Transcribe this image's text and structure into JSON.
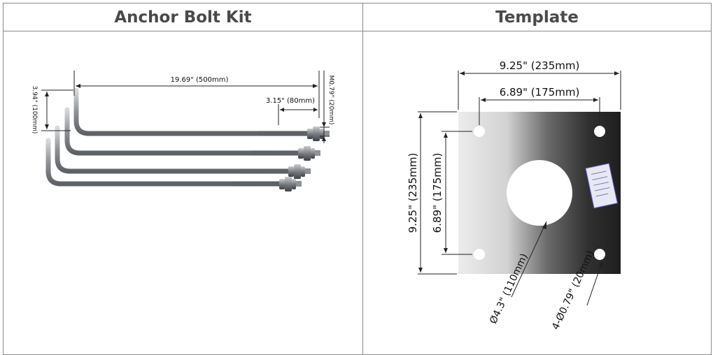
{
  "header": {
    "left_title": "Anchor Bolt Kit",
    "right_title": "Template"
  },
  "bolt_kit": {
    "length_label": "19.69\" (500mm)",
    "hook_label": "3.94\" (100mm)",
    "thread_label": "3.15\" (80mm)",
    "diameter_label": "M0.79\" (20mm)"
  },
  "template": {
    "outer_width_label": "9.25\" (235mm)",
    "hole_spacing_label": "6.89\" (175mm)",
    "outer_height_label": "9.25\" (235mm)",
    "hole_spacing_v_label": "6.89\" (175mm)",
    "center_hole_label": "Ø4.3\" (110mm)",
    "bolt_holes_label": "4-Ø0.79\" (20mm)"
  },
  "colors": {
    "border": "#8a8a8a",
    "header_text": "#4a4a4a",
    "bolt_steel": "#9a9ea2",
    "plate_light": "#e6e6e6",
    "plate_dark": "#2a2a2a"
  }
}
